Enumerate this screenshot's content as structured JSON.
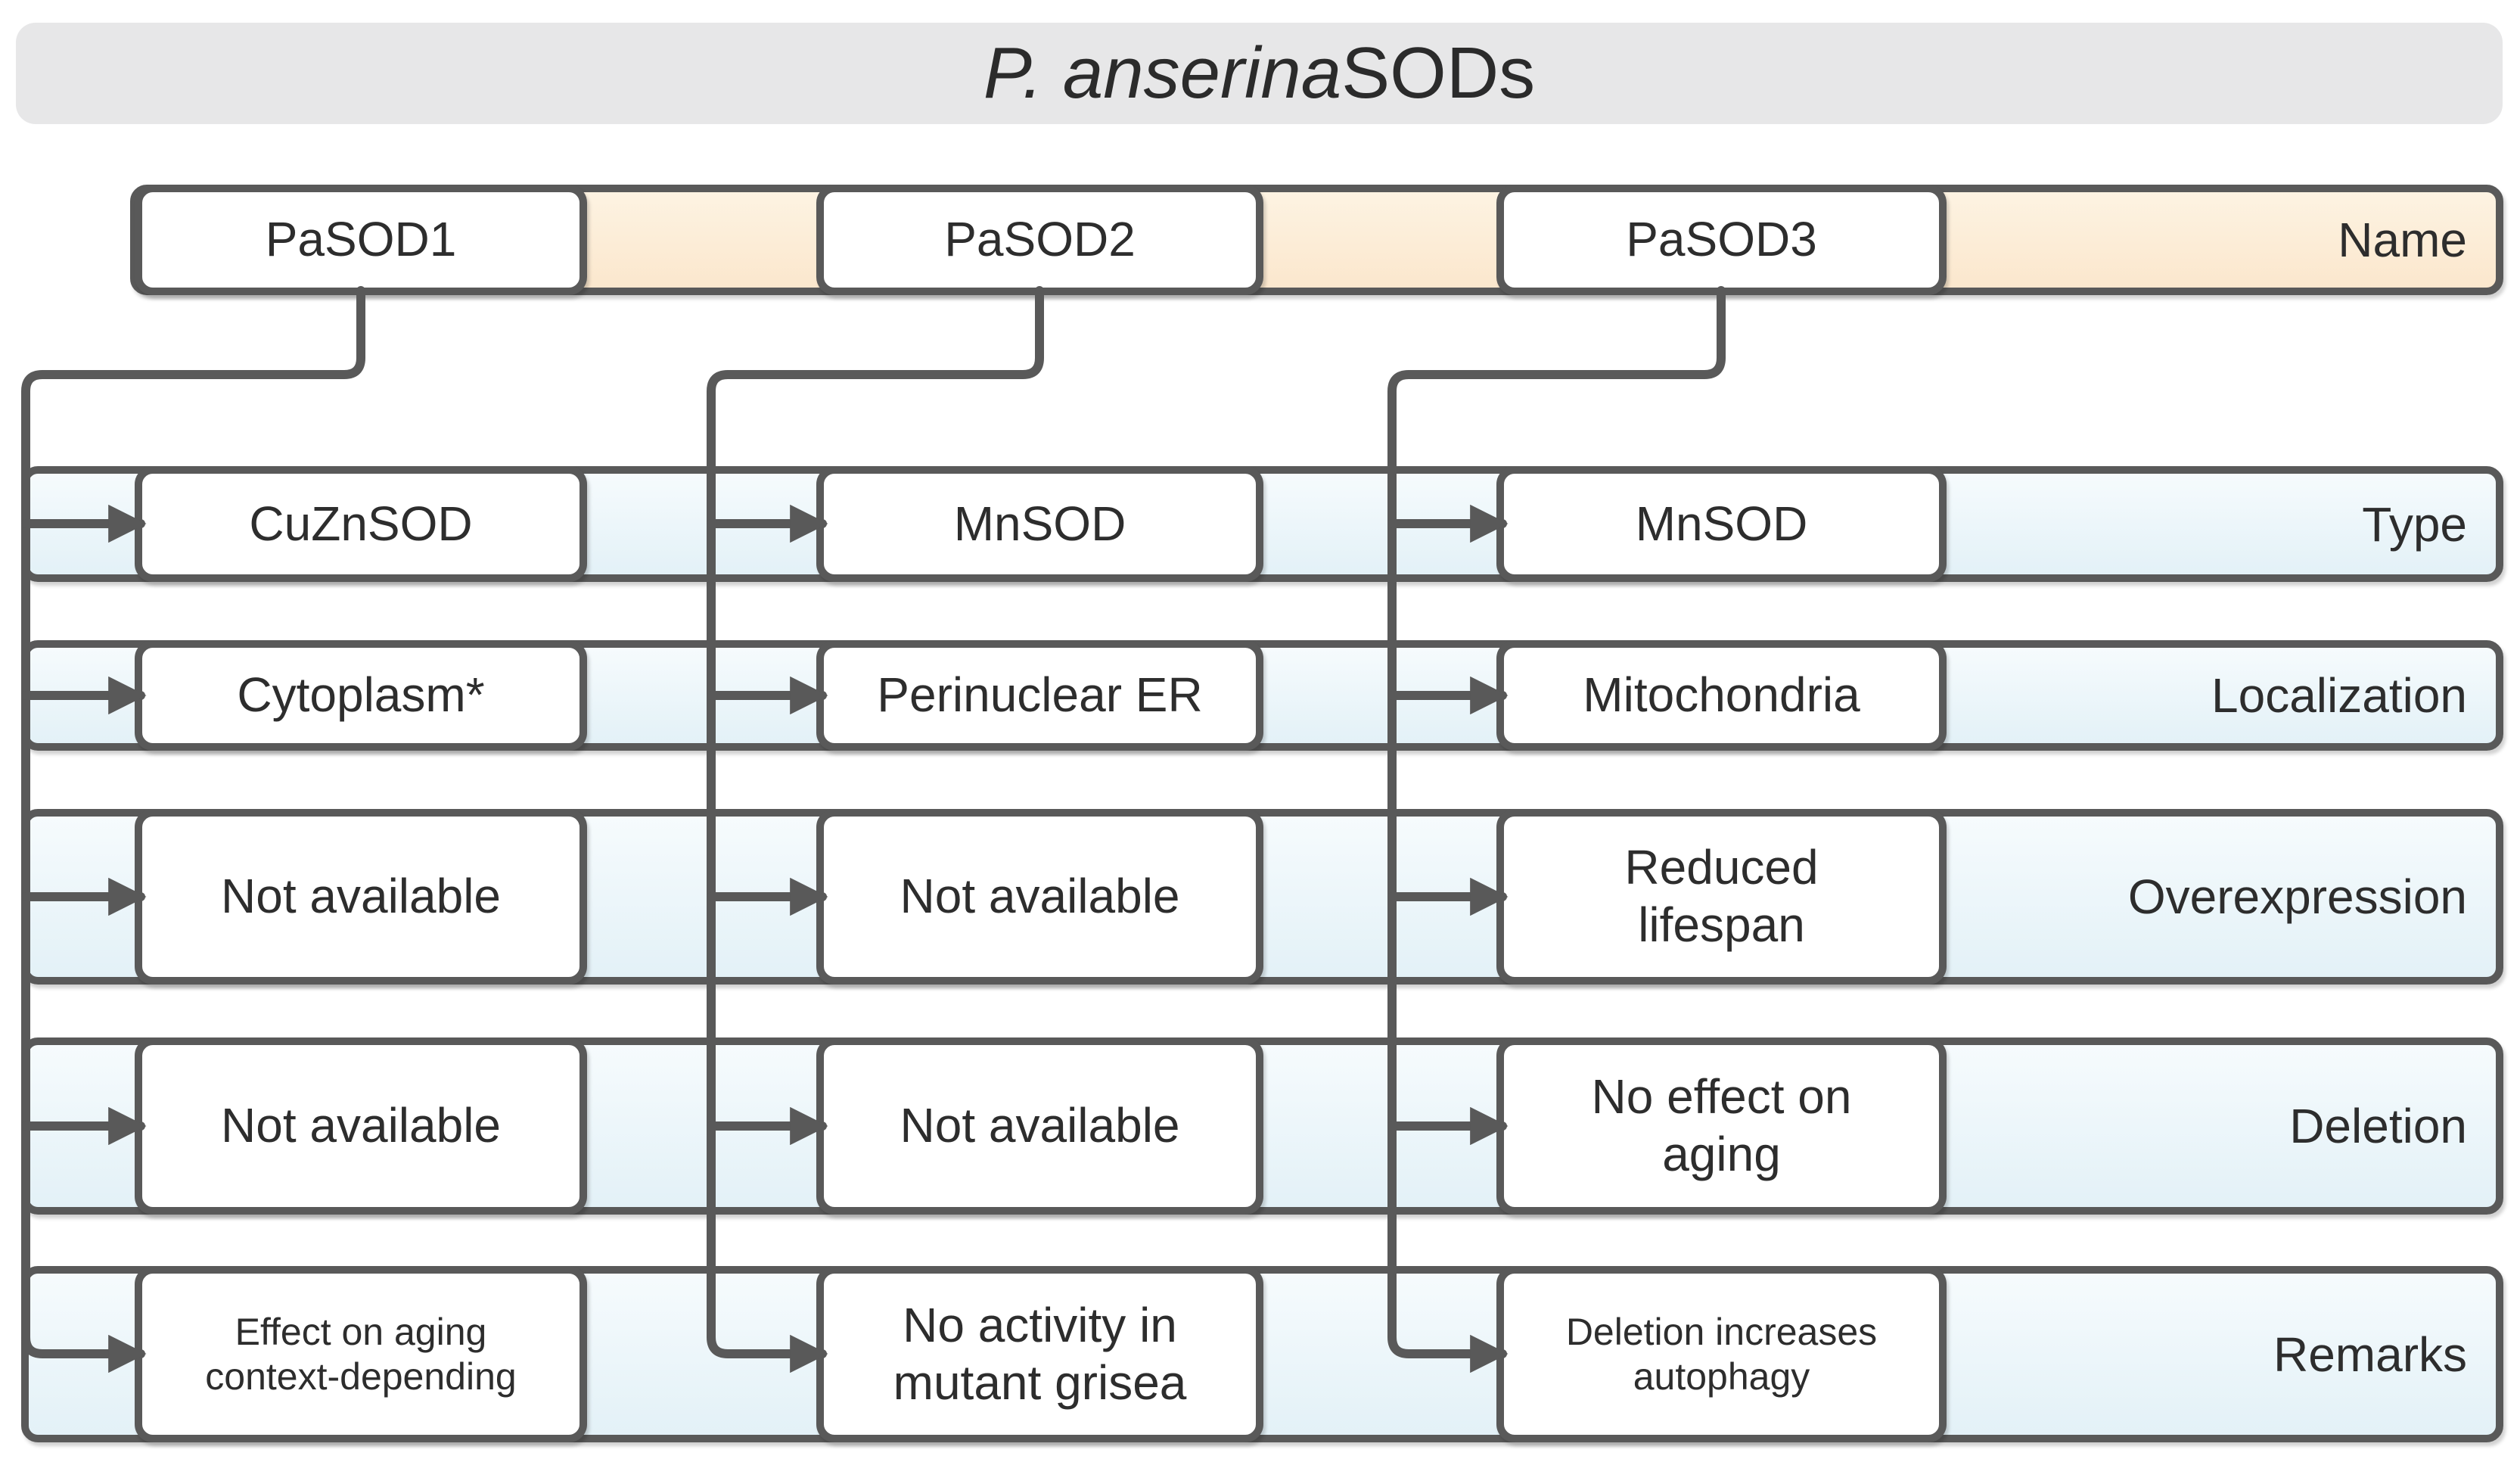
{
  "title": {
    "species": "P. anserina",
    "suffix": " SODs"
  },
  "colors": {
    "title_bg": "#e7e7e8",
    "band_blue": "#e8f3f8",
    "band_peach": "#fbe9cf",
    "cell_bg": "#ffffff",
    "border": "#595959",
    "text": "#2d2d2d"
  },
  "rows": [
    {
      "label": "Name",
      "cells": [
        "PaSOD1",
        "PaSOD2",
        "PaSOD3"
      ]
    },
    {
      "label": "Type",
      "cells": [
        "CuZnSOD",
        "MnSOD",
        "MnSOD"
      ]
    },
    {
      "label": "Localization",
      "cells": [
        "Cytoplasm*",
        "Perinuclear ER",
        "Mitochondria"
      ]
    },
    {
      "label": "Overexpression",
      "cells": [
        "Not available",
        "Not available",
        "Reduced lifespan"
      ]
    },
    {
      "label": "Deletion",
      "cells": [
        "Not available",
        "Not available",
        "No effect on aging"
      ]
    },
    {
      "label": "Remarks",
      "cells": [
        "Effect on aging context-depending",
        "No activity in mutant grisea",
        "Deletion increases autophagy"
      ]
    }
  ]
}
